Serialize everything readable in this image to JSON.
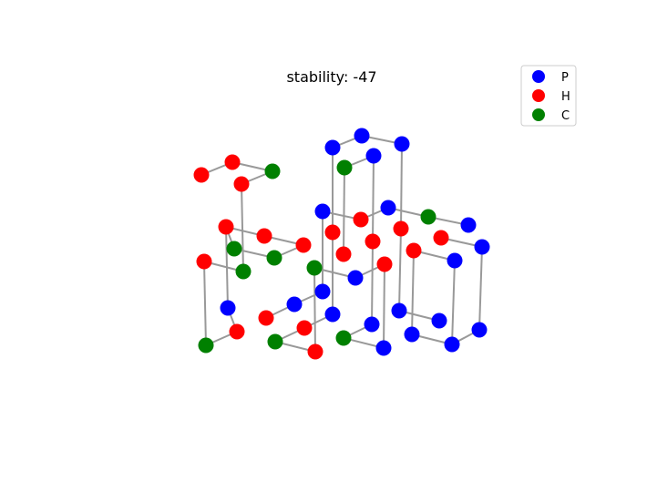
{
  "title": "stability: -47",
  "legend": [
    {
      "label": "P",
      "color": "#0000ff"
    },
    {
      "label": "H",
      "color": "#ff0000"
    },
    {
      "label": "C",
      "color": "#008000"
    }
  ],
  "colors": {
    "P": "#0000ff",
    "H": "#ff0000",
    "C": "#008000",
    "edge": "#999999"
  },
  "graph": {
    "node_types": [
      "H",
      "H",
      "C",
      "H",
      "P",
      "P",
      "C",
      "P",
      "P",
      "H",
      "H",
      "H",
      "C",
      "C",
      "H",
      "C",
      "C",
      "P",
      "H",
      "H",
      "P",
      "H",
      "H",
      "P",
      "C",
      "H",
      "P",
      "H",
      "H",
      "P",
      "P",
      "P",
      "P",
      "P",
      "P",
      "P",
      "P",
      "C",
      "P",
      "H",
      "C",
      "H",
      "P",
      "P",
      "P",
      "P",
      "C"
    ],
    "edges": []
  }
}
